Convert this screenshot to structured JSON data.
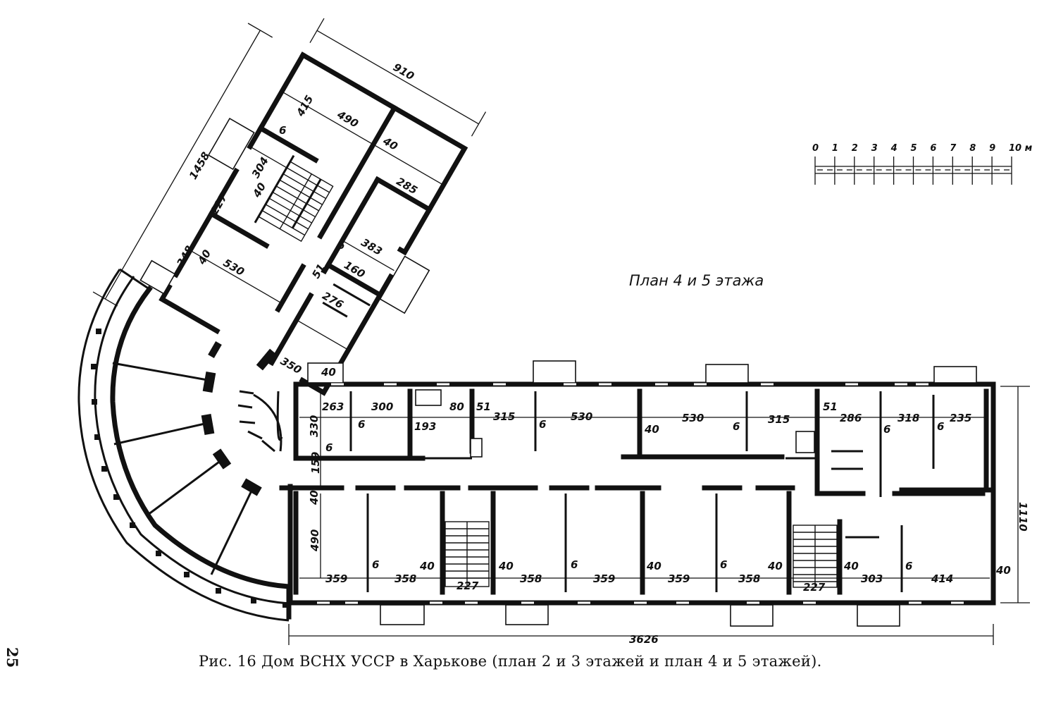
{
  "drawing": {
    "plan_title": "План 4 и 5 этажа",
    "caption": "Рис. 16  Дом ВСНХ УССР в Харькове (план 2 и 3 этажей и план 4 и 5 этажей).",
    "page_number": "25",
    "scale": {
      "labels": [
        "0",
        "1",
        "2",
        "3",
        "4",
        "5",
        "6",
        "7",
        "8",
        "9",
        "10 м"
      ]
    },
    "overall_dimensions": {
      "wing_length": "1458",
      "wing_width": "910",
      "main_length": "3626",
      "main_depth": "1110"
    },
    "wing_dimensions": [
      "490",
      "40",
      "415",
      "6",
      "304",
      "40",
      "227",
      "285",
      "383",
      "160",
      "6",
      "276",
      "51",
      "348",
      "40",
      "530",
      "350"
    ],
    "main_north_dimensions": [
      "40",
      "263",
      "300",
      "6",
      "193",
      "80",
      "51",
      "315",
      "6",
      "530",
      "40",
      "530",
      "6",
      "315",
      "51",
      "286",
      "6",
      "318",
      "6",
      "235",
      "330",
      "6",
      "159"
    ],
    "main_south_dimensions": [
      "40",
      "490",
      "359",
      "6",
      "358",
      "40",
      "227",
      "40",
      "358",
      "6",
      "359",
      "40",
      "359",
      "6",
      "358",
      "40",
      "227",
      "40",
      "303",
      "6",
      "414",
      "40"
    ]
  }
}
